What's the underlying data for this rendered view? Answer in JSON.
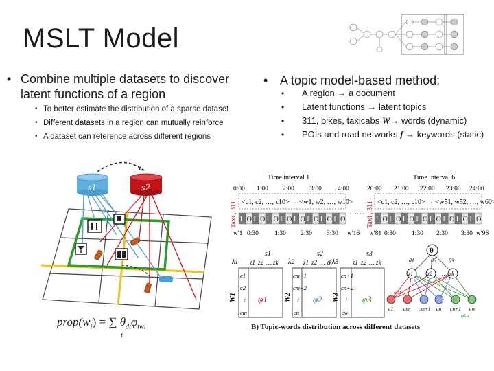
{
  "title": "MSLT Model",
  "left_bullets": {
    "main": "Combine multiple datasets to discover latent functions of a region",
    "main_line1": "Combine multiple datasets to discover",
    "main_line2": "latent functions of a region",
    "subs": [
      "To better estimate the distribution of a sparse dataset",
      "Different datasets in a region can mutually reinforce",
      "A dataset can reference across different regions"
    ]
  },
  "right_bullets": {
    "main": "A topic model-based method:",
    "subs": [
      {
        "text": "A region",
        "arrow": "→",
        "rest": "a document"
      },
      {
        "text": "Latent functions",
        "arrow": "→",
        "rest": "latent topics"
      },
      {
        "text": "311, bikes, taxicabs",
        "symbol": "W",
        "arrow": "→",
        "rest": "words (dynamic)"
      },
      {
        "text": "POIs and road networks",
        "symbol": "f",
        "arrow": "→",
        "rest": "keywords (static)"
      }
    ]
  },
  "map_figure": {
    "s1": "s1",
    "s2": "s2",
    "formula_lhs": "prop(w",
    "formula_rhs": "θ",
    "formula_sub": "dt",
    "formula_phi": "φ",
    "formula_phi_sub": "tw",
    "formula_sum_sub": "t",
    "formula_i": "i",
    "formula_eq": ") = ∑"
  },
  "timeline": {
    "interval1_label": "Time interval 1",
    "interval6_label": "Time interval 6",
    "ticks1": [
      "0:00",
      "1:00",
      "2:00",
      "3:00",
      "4:00"
    ],
    "ticks6": [
      "20:00",
      "21:00",
      "22:00",
      "23:00",
      "24:00"
    ],
    "side_label": "Taxi , 311",
    "bag1": "<c1, c2, …, c10> → <w1, w2, …, w10>",
    "bag6": "<c1, c2, …, c10> → <w51, w52, …, w60>",
    "io_cells": [
      "I",
      "O",
      "I",
      "O",
      "I",
      "O",
      "I",
      "O",
      "I",
      "O",
      "I",
      "O",
      "I",
      "O",
      "I",
      "O"
    ],
    "bottom1": [
      "w'1",
      "0:30",
      "1:30",
      "2:30",
      "3:30",
      "w'16"
    ],
    "bottom6": [
      "w'81",
      "0:30",
      "1:30",
      "2:30",
      "3:30",
      "w'96"
    ],
    "dots": "……"
  },
  "matrix": {
    "lambdas": [
      "λ1",
      "λ2",
      "λ3"
    ],
    "s_labels": [
      "s1",
      "s2",
      "s3"
    ],
    "topic_heads": [
      "z1",
      "z2",
      "…",
      "zk"
    ],
    "row_w": [
      "W1",
      "W2",
      "W3"
    ],
    "rows1": [
      "c1",
      "c2",
      "⋮",
      "cm"
    ],
    "rows2": [
      "cm+1",
      "cm+2",
      "⋮",
      "cn"
    ],
    "rows3": [
      "cn+1",
      "cn+2",
      "⋮",
      "cw"
    ],
    "phis": [
      "φ1",
      "φ2",
      "φ3"
    ],
    "caption": "B) Topic-words distribution across different datasets"
  },
  "graph": {
    "theta": "θ",
    "thetas": [
      "θ1",
      "θ2",
      "θ3"
    ],
    "topics": [
      "z1",
      "z2",
      "…",
      "zk"
    ],
    "words": [
      "c1",
      "cm",
      "cm+1",
      "cn",
      "cn+1",
      "cw"
    ],
    "phi_labels": [
      "φ11",
      "φkw"
    ]
  },
  "colors": {
    "green": "#2e9b2e",
    "yellow": "#f2c21b",
    "red": "#c0161c",
    "blue": "#4a9fd4",
    "cylinder_blue": "#5fb0e0",
    "cylinder_red": "#c4141a",
    "io_dark": "#7a7a7a",
    "io_light": "#e6e6e6"
  },
  "icons": [
    "restaurant-icon",
    "cafe-icon",
    "bar-icon",
    "shopping-icon",
    "taxi-icon",
    "bike-icon"
  ]
}
